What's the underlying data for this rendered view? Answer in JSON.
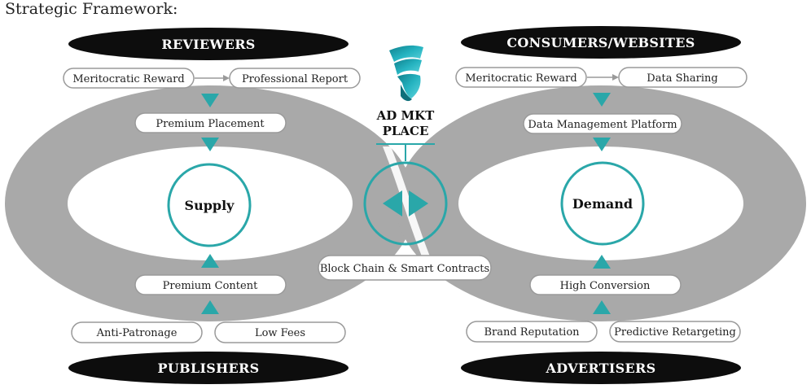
{
  "title": "Strategic Framework:",
  "headers": {
    "reviewers": "REVIEWERS",
    "consumers": "CONSUMERS/WEBSITES",
    "publishers": "PUBLISHERS",
    "advertisers": "ADVERTISERS"
  },
  "center": {
    "name_line1": "AD MKT",
    "name_line2": "PLACE",
    "blockchain": "Block Chain & Smart Contracts",
    "logo_icon": "stylized-f-logo-icon"
  },
  "supply": {
    "label": "Supply",
    "top_left": "Meritocratic Reward",
    "top_right": "Professional Report",
    "upper": "Premium Placement",
    "lower": "Premium Content",
    "bottom_left": "Anti-Patronage",
    "bottom_right": "Low Fees"
  },
  "demand": {
    "label": "Demand",
    "top_left": "Meritocratic Reward",
    "top_right": "Data Sharing",
    "upper": "Data Management Platform",
    "lower": "High Conversion",
    "bottom_left": "Brand Reputation",
    "bottom_right": "Predictive Retargeting"
  },
  "colors": {
    "teal": "#2aa7a9",
    "ring_gray": "#a9a9a9",
    "header_black": "#0d0d0d",
    "pill_border": "#9a9a9a"
  }
}
